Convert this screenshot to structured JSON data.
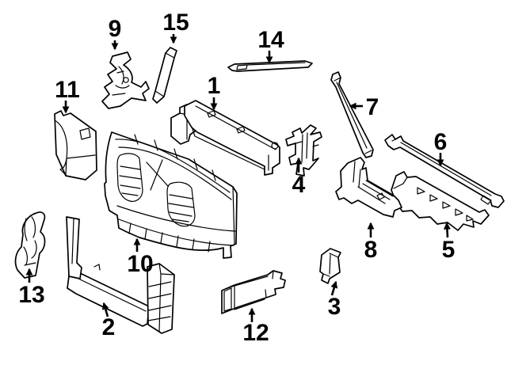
{
  "diagram": {
    "type": "exploded-parts-line-diagram",
    "colors": {
      "background": "#ffffff",
      "line_art": "#000000",
      "label_text": "#000000"
    },
    "callouts": [
      {
        "number": "1"
      },
      {
        "number": "2"
      },
      {
        "number": "3"
      },
      {
        "number": "4"
      },
      {
        "number": "5"
      },
      {
        "number": "6"
      },
      {
        "number": "7"
      },
      {
        "number": "8"
      },
      {
        "number": "9"
      },
      {
        "number": "10"
      },
      {
        "number": "11"
      },
      {
        "number": "12"
      },
      {
        "number": "13"
      },
      {
        "number": "14"
      },
      {
        "number": "15"
      }
    ]
  }
}
